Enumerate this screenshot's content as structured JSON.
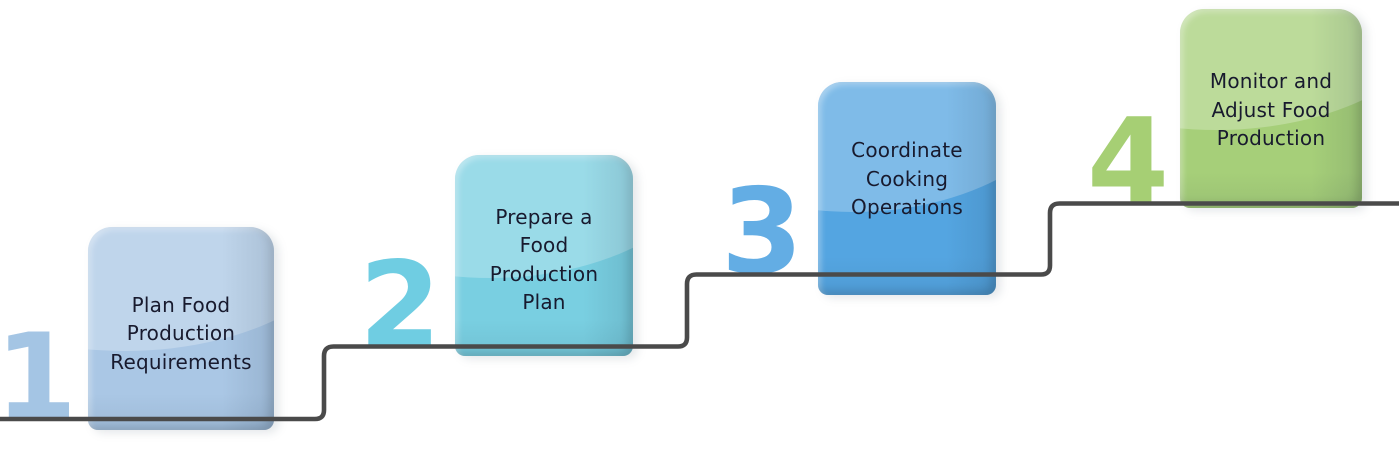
{
  "diagram": {
    "type": "staircase-process",
    "line_color": "#4a4a4a",
    "text_color": "#181a2e",
    "steps": [
      {
        "number": "1",
        "label": "Plan Food\nProduction\nRequirements",
        "card_color": "#aac7e5",
        "number_color": "#a4c5e4"
      },
      {
        "number": "2",
        "label": "Prepare a\nFood\nProduction\nPlan",
        "card_color": "#79cfe1",
        "number_color": "#6fcde2"
      },
      {
        "number": "3",
        "label": "Coordinate\nCooking\nOperations",
        "card_color": "#54a5e1",
        "number_color": "#63ade4"
      },
      {
        "number": "4",
        "label": "Monitor and\nAdjust Food\nProduction",
        "card_color": "#a6cf79",
        "number_color": "#a6cf74"
      }
    ]
  }
}
